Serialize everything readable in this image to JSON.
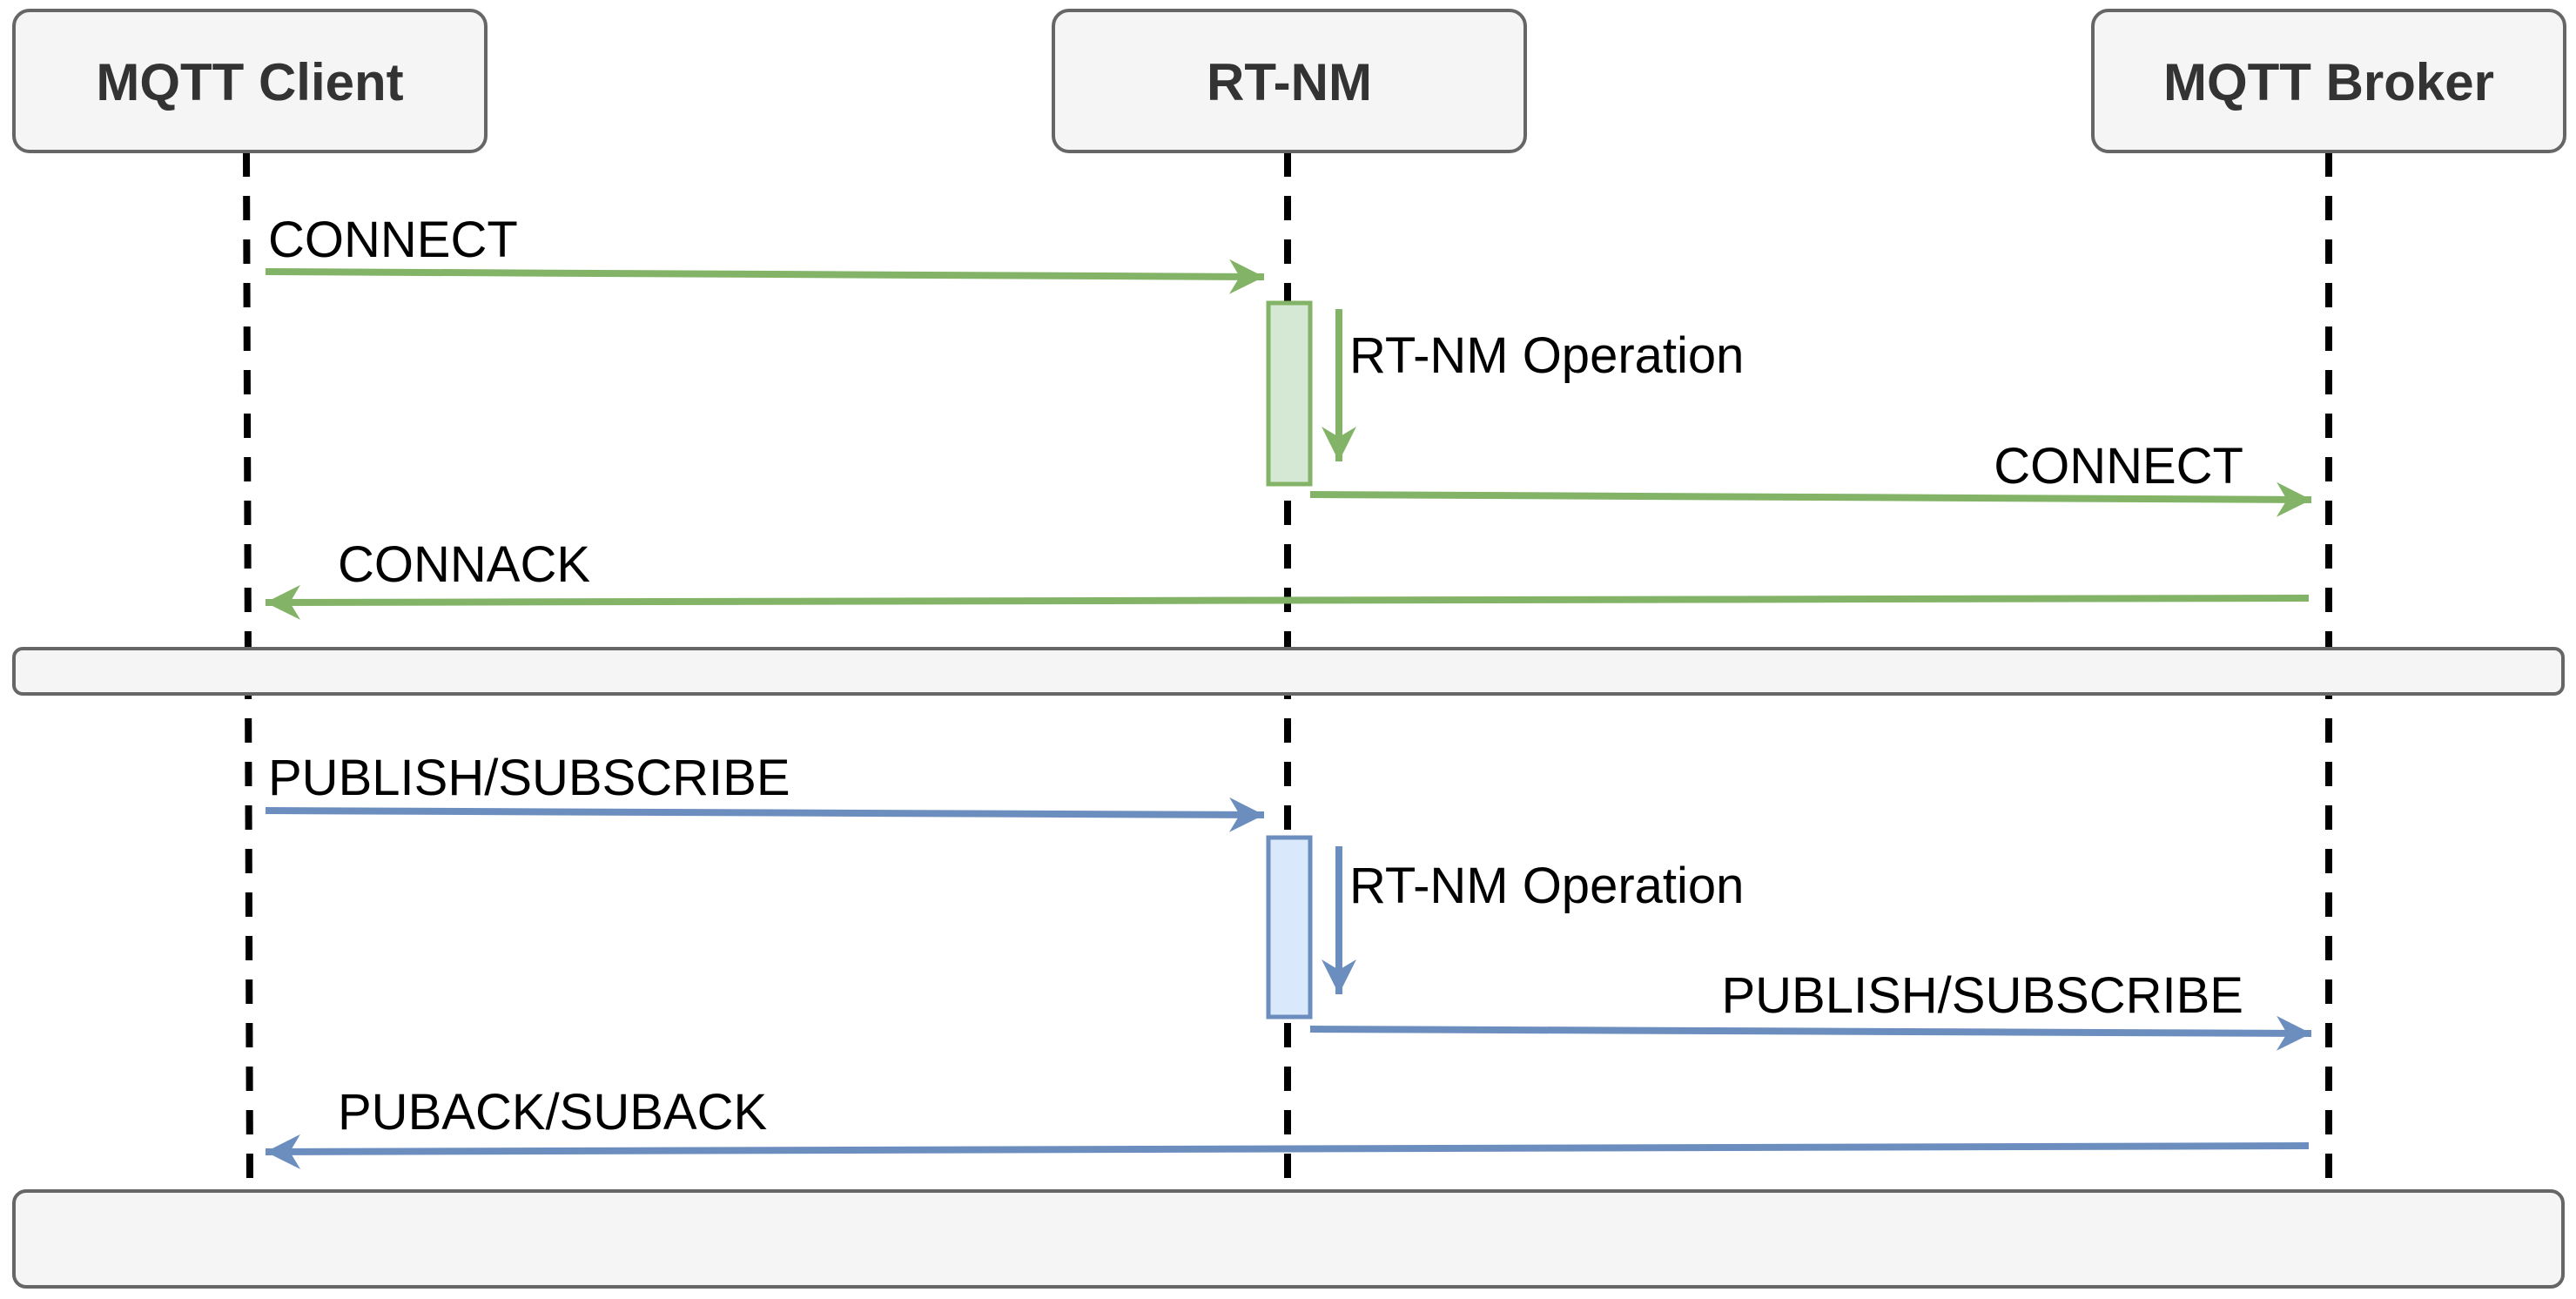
{
  "participants": [
    {
      "id": "client",
      "label": "MQTT Client"
    },
    {
      "id": "rtnm",
      "label": "RT-NM"
    },
    {
      "id": "broker",
      "label": "MQTT Broker"
    }
  ],
  "messages": {
    "connect_1": "CONNECT",
    "op_1": "RT-NM Operation",
    "connect_2": "CONNECT",
    "connack": "CONNACK",
    "publish_1": "PUBLISH/SUBSCRIBE",
    "op_2": "RT-NM Operation",
    "publish_2": "PUBLISH/SUBSCRIBE",
    "puback": "PUBACK/SUBACK"
  },
  "colors": {
    "connect_phase": "#82b366",
    "connect_fill": "#d5e8d4",
    "publish_phase": "#6c8ebf",
    "publish_fill": "#dae8fc",
    "box_fill": "#f5f5f5",
    "box_stroke": "#666666",
    "lifeline": "#000000"
  }
}
